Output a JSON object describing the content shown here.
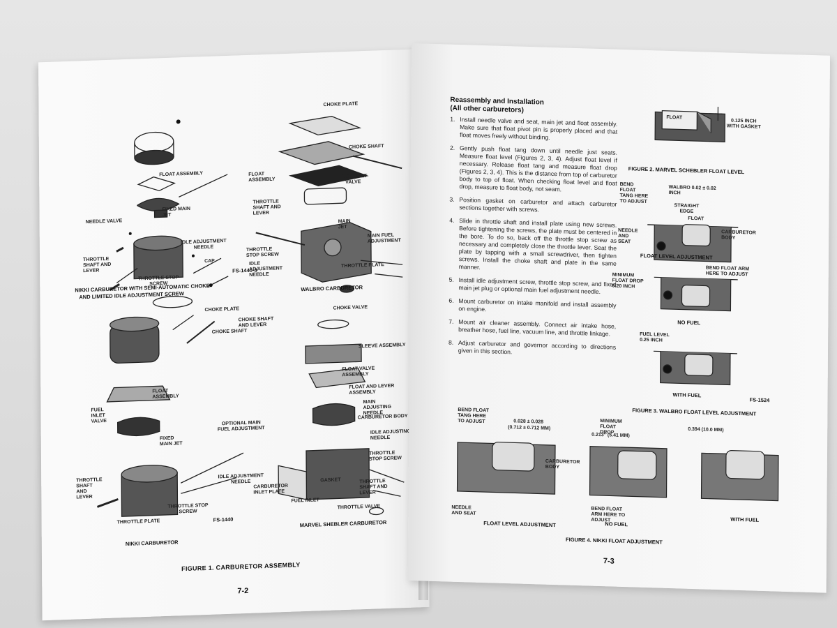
{
  "left_page": {
    "page_number": "7-2",
    "figure_caption": "FIGURE   1.   CARBURETOR ASSEMBLY",
    "nikki_semi": {
      "title_line1": "NIKKI CARBURETOR WITH SEMI-AUTOMATIC CHOKE",
      "title_line2": "AND LIMITED IDLE ADJUSTMENT SCREW",
      "code": "FS-1440-3",
      "labels": [
        "FLOAT ASSEMBLY",
        "NEEDLE VALVE",
        "FIXED MAIN JET",
        "IDLE ADJUSTMENT NEEDLE",
        "THROTTLE SHAFT AND LEVER",
        "CAP",
        "THROTTLE STOP SCREW"
      ]
    },
    "walbro": {
      "title": "WALBRO CARBURETOR",
      "labels": [
        "CHOKE PLATE",
        "CHOKE SHAFT",
        "FLOAT ASSEMBLY",
        "FUEL INLET VALVE",
        "THROTTLE SHAFT AND LEVER",
        "MAIN JET",
        "MAIN FUEL ADJUSTMENT",
        "THROTTLE STOP SCREW",
        "IDLE ADJUSTMENT NEEDLE",
        "THROTTLE PLATE"
      ]
    },
    "nikki": {
      "title": "NIKKI CARBURETOR",
      "code": "FS-1440",
      "labels": [
        "CHOKE PLATE",
        "CHOKE SHAFT",
        "FLOAT ASSEMBLY",
        "FUEL INLET VALVE",
        "OPTIONAL MAIN FUEL ADJUSTMENT",
        "FIXED MAIN JET",
        "IDLE ADJUSTMENT NEEDLE",
        "THROTTLE SHAFT AND LEVER",
        "THROTTLE STOP SCREW",
        "THROTTLE PLATE"
      ]
    },
    "marvel": {
      "title": "MARVEL SHEBLER CARBURETOR",
      "labels": [
        "CHOKE SHAFT AND LEVER",
        "CHOKE VALVE",
        "SLEEVE ASSEMBLY",
        "FLOAT VALVE ASSEMBLY",
        "FLOAT AND LEVER ASSEMBLY",
        "MAIN ADJUSTING NEEDLE",
        "CARBURETOR BODY",
        "IDLE ADJUSTING NEEDLE",
        "THROTTLE STOP SCREW",
        "GASKET",
        "THROTTLE SHAFT AND LEVER",
        "CARBURETOR INLET PLATE",
        "FUEL INLET",
        "THROTTLE VALVE"
      ]
    }
  },
  "right_page": {
    "page_number": "7-3",
    "heading_line1": "Reassembly and Installation",
    "heading_line2": "(All other carburetors)",
    "steps": [
      {
        "n": "1.",
        "text": "Install needle valve and seat, main jet and float assembly. Make sure that float pivot pin is properly placed and that float moves freely without binding."
      },
      {
        "n": "2.",
        "text": "Gently push float tang down until needle just seats. Measure float level (Figures 2, 3, 4). Adjust float level if necessary. Release float tang and measure float drop (Figures 2, 3, 4). This is the distance from top of carburetor body to top of float. When checking float level and float drop, measure to float body, not seam."
      },
      {
        "n": "3.",
        "text": "Position gasket on carburetor and attach carburetor sections together with screws."
      },
      {
        "n": "4.",
        "text": "Slide in throttle shaft and install plate using new screws. Before tightening the screws, the plate must be centered in the bore. To do so, back off the throttle stop screw as necessary and completely close the throttle lever. Seat the plate by tapping with a small screwdriver, then tighten screws. Install the choke shaft and plate in the same manner."
      },
      {
        "n": "5.",
        "text": "Install idle adjustment screw, throttle stop screw, and fixed main jet plug or optional main fuel adjustment needle."
      },
      {
        "n": "6.",
        "text": "Mount carburetor on intake manifold and install assembly on engine."
      },
      {
        "n": "7.",
        "text": "Mount air cleaner assembly. Connect air intake hose, breather hose, fuel line, vacuum line, and throttle linkage."
      },
      {
        "n": "8.",
        "text": "Adjust carburetor and governor according to directions given in this section."
      }
    ],
    "fig2": {
      "caption": "FIGURE   2.   MARVEL SCHEBLER FLOAT LEVEL",
      "float_label": "FLOAT",
      "dim": "0.125 INCH WITH GASKET"
    },
    "fig3": {
      "caption": "FIGURE   3.   WALBRO FLOAT LEVEL ADJUSTMENT",
      "code": "FS-1524",
      "labels": [
        "BEND FLOAT TANG HERE TO ADJUST",
        "WALBRO 0.02 ± 0.02 INCH",
        "STRAIGHT EDGE",
        "FLOAT",
        "NEEDLE AND SEAT",
        "CARBURETOR BODY"
      ],
      "sub1": "FLOAT LEVEL ADJUSTMENT",
      "drop_label": "MINIMUM FLOAT DROP 0.20 INCH",
      "bend_arm": "BEND FLOAT ARM HERE TO ADJUST",
      "sub2": "NO FUEL",
      "fuel_level": "FUEL LEVEL 0.25 INCH",
      "sub3": "WITH FUEL"
    },
    "fig4": {
      "caption": "FIGURE   4.   NIKKI FLOAT ADJUSTMENT",
      "bend_tang": "BEND FLOAT TANG HERE TO ADJUST",
      "dim1": "0.028 ± 0.028",
      "dim1mm": "(0.712 ± 0.712 mm)",
      "carb_body": "CARBURETOR BODY",
      "needle": "NEEDLE AND SEAT",
      "sub1": "FLOAT LEVEL ADJUSTMENT",
      "min_drop": "MINIMUM FLOAT DROP",
      "min_drop_val": "0.213\" (5.41 mm)",
      "bend_arm": "BEND FLOAT ARM HERE TO ADJUST",
      "sub2": "NO FUEL",
      "dim3": "0.394 (10.0 mm)",
      "sub3": "WITH FUEL"
    }
  }
}
